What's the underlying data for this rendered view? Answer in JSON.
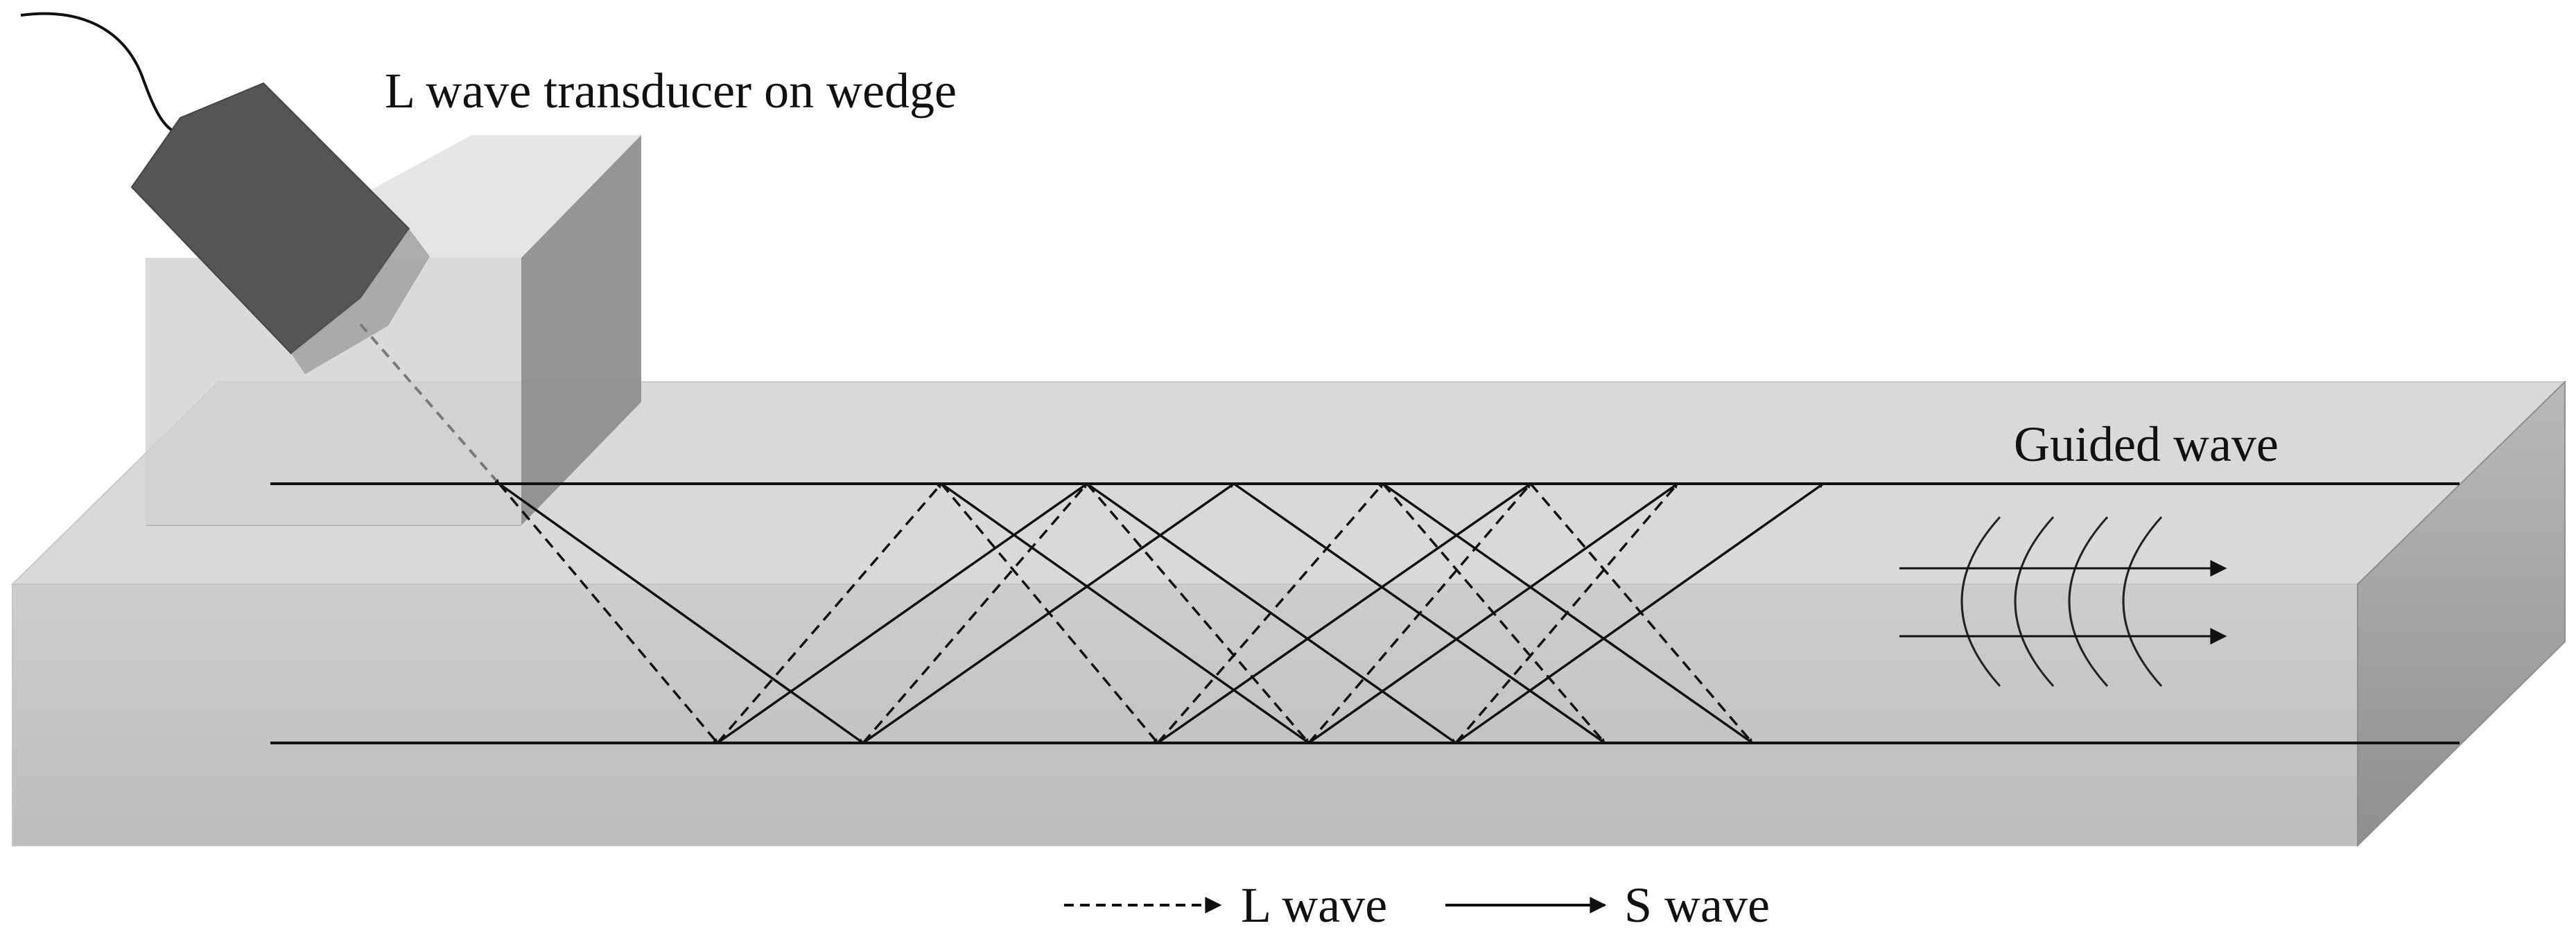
{
  "labels": {
    "transducer": "L wave transducer on wedge",
    "guided_wave": "Guided wave"
  },
  "legend": {
    "l_wave": "L wave",
    "s_wave": "S wave"
  },
  "colors": {
    "block_top": "#d8d8d8",
    "block_front": "#c2c2c2",
    "block_side": "#9e9e9e",
    "wedge_light": "#e0e0e0",
    "wedge_dark": "#8e8e8e",
    "transducer": "#555555",
    "ray": "#111111"
  },
  "icons": [
    "transducer-cable",
    "wave-arrow",
    "guided-wave-arcs"
  ]
}
